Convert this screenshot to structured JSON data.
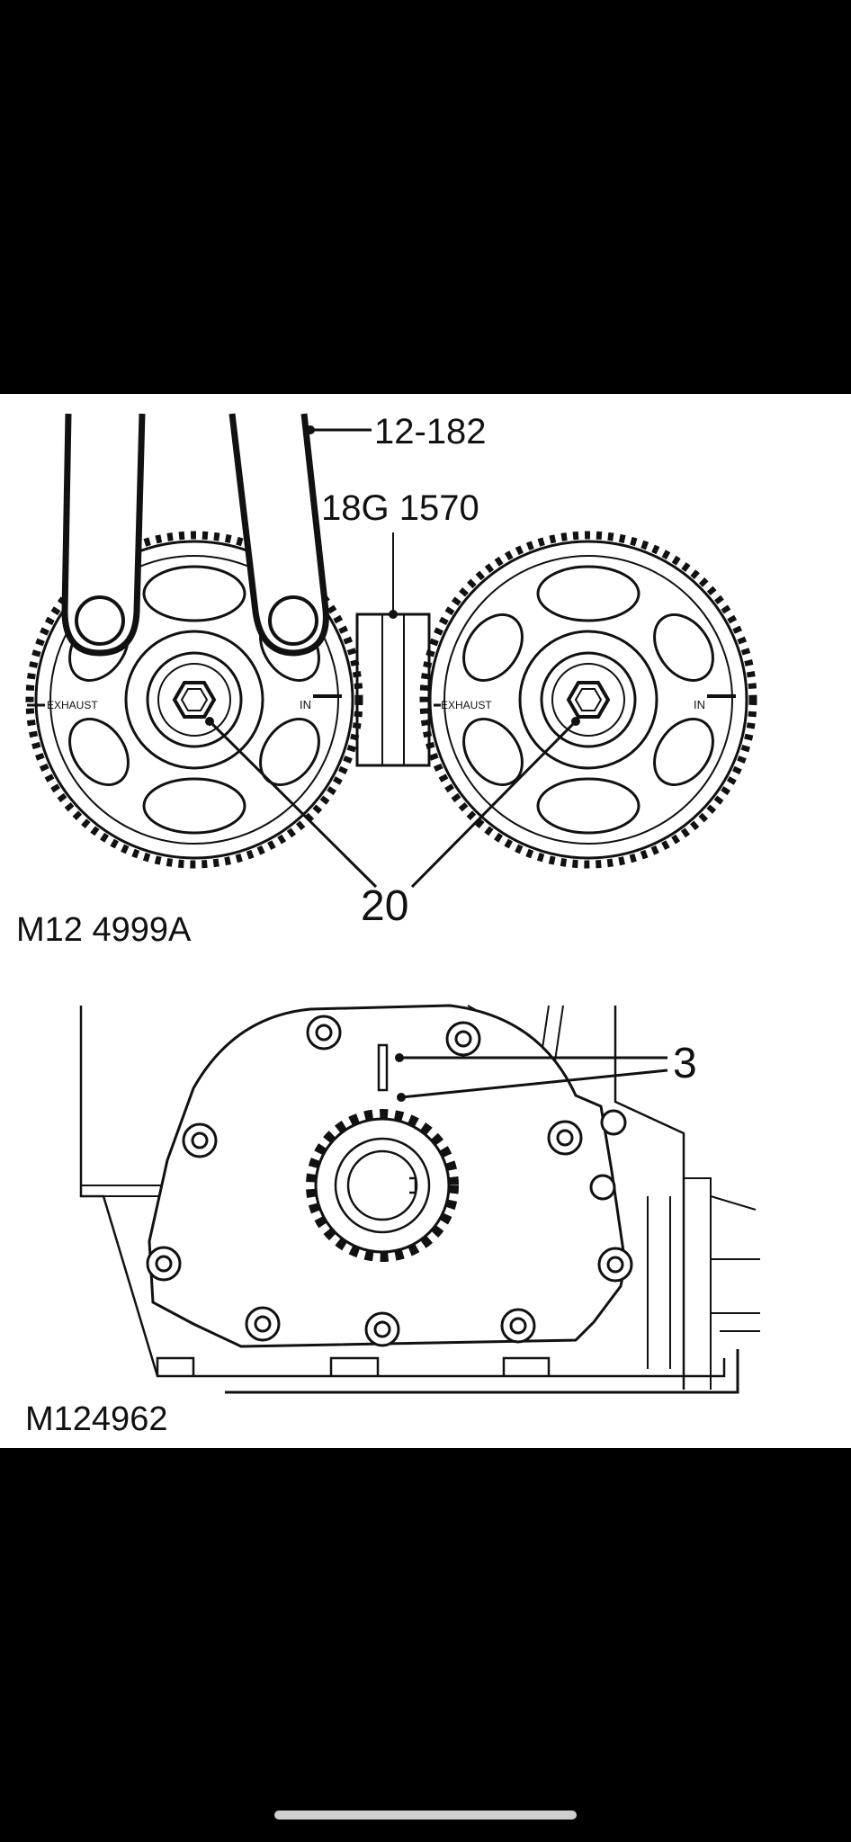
{
  "figure_top": {
    "code": "M12 4999A",
    "tool_callout": "12-182",
    "tool2_callout": "18G 1570",
    "bolt_callout": "20",
    "left_pulley": {
      "exhaust_label": "EXHAUST",
      "in_label": "IN"
    },
    "right_pulley": {
      "exhaust_label": "EXHAUST",
      "in_label": "IN"
    }
  },
  "figure_bottom": {
    "code": "M124962",
    "callout": "3"
  },
  "colors": {
    "background": "#000000",
    "panel": "#ffffff",
    "ink": "#111111",
    "home_indicator": "#cfcfcf"
  }
}
